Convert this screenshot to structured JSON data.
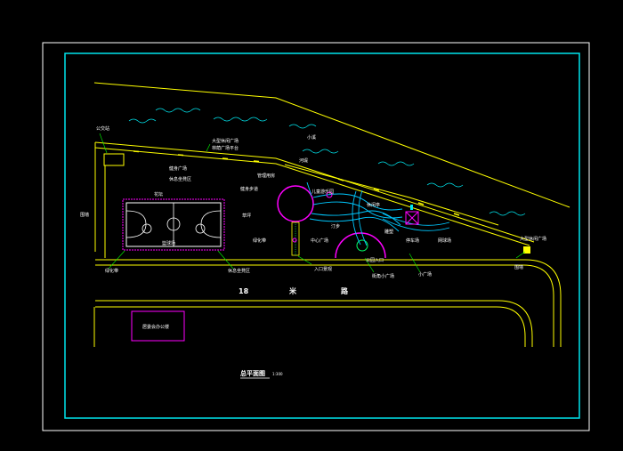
{
  "colors": {
    "background": "#000000",
    "frame": "#ffffff",
    "inner_frame": "#00e5ee",
    "road": "#ffff00",
    "water": "#00e5ee",
    "path": "#00c8ff",
    "court": "#00ffff",
    "plaza": "#ff00ff",
    "tree": "#00ff66",
    "leader": "#00ff00"
  },
  "labels": {
    "bus_stop": "公交站",
    "stream": "小溪",
    "canopy_area": "大型休闲广场",
    "canopy_area_2": "林荫广场平台",
    "fitness_plaza": "健身广场",
    "basketball": "篮球场",
    "fitness_trail": "健身步道",
    "shelter_zone": "休息坐凳区",
    "flower_bed": "花坛",
    "childrens_play": "儿童游乐园",
    "pavilion": "休闲亭",
    "stepping_path": "汀步",
    "parking_lot": "停车场",
    "central_plaza": "中心广场",
    "entrance": "公园入口",
    "entrance_landscape": "入口景观",
    "corner_plaza": "街角小广场",
    "small_square": "小广场",
    "tennis": "网球场",
    "service": "管理用房",
    "lawn": "草坪",
    "plant_belt": "绿化带",
    "wall": "围墙",
    "sculpture": "雕塑",
    "river_bank": "河堤",
    "road_width": "18",
    "road_unit": "米",
    "road_name": "路",
    "office": "居委会办公楼",
    "title": "总平面图",
    "scale": "1:300"
  }
}
